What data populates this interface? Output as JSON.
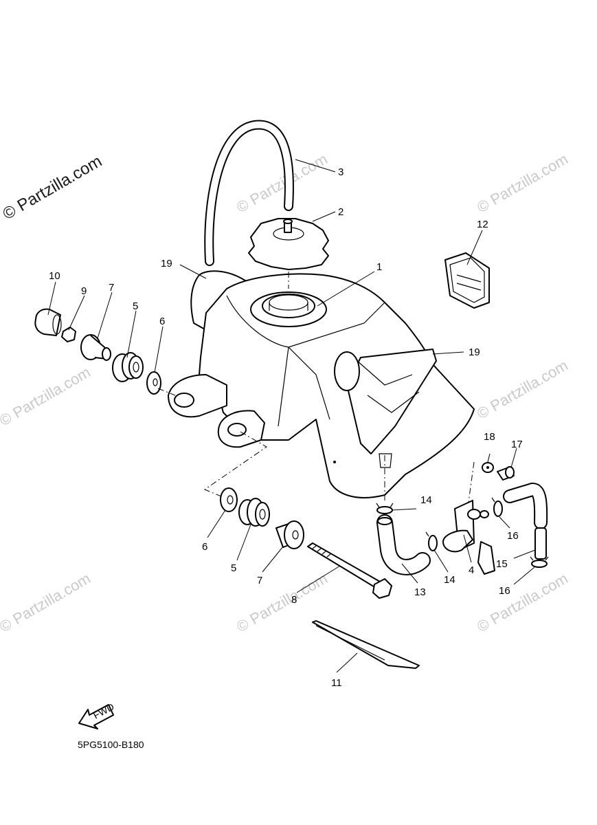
{
  "watermark": {
    "corner_text": "© Partzilla.com",
    "tile_text": "© Partzilla.com"
  },
  "diagram_code": "5PG5100-B180",
  "fwd_label": "FWD",
  "callouts": {
    "c1": "1",
    "c2": "2",
    "c3": "3",
    "c4": "4",
    "c5a": "5",
    "c5b": "5",
    "c6a": "6",
    "c6b": "6",
    "c7a": "7",
    "c7b": "7",
    "c8": "8",
    "c9": "9",
    "c10": "10",
    "c11": "11",
    "c12": "12",
    "c13": "13",
    "c14a": "14",
    "c14b": "14",
    "c15": "15",
    "c16a": "16",
    "c16b": "16",
    "c17": "17",
    "c18": "18",
    "c19a": "19",
    "c19b": "19"
  }
}
